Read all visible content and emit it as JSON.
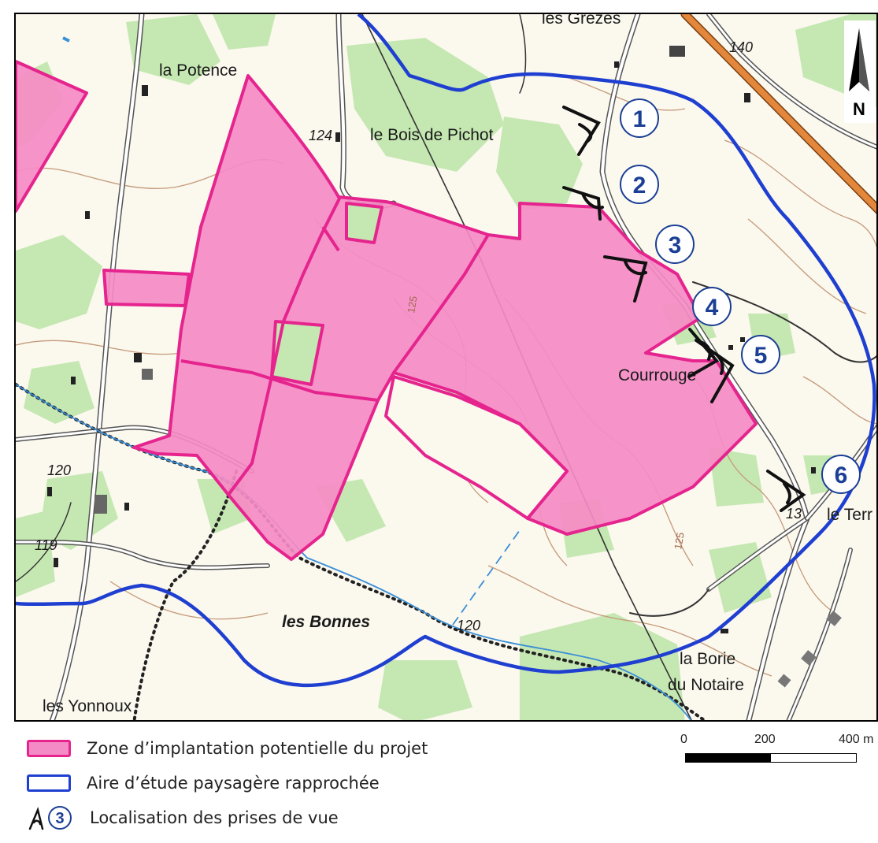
{
  "places": [
    {
      "name": "la Potence"
    },
    {
      "name": "le Bois de Pichot"
    },
    {
      "name": "Courrouge"
    },
    {
      "name": "les Bonnes"
    },
    {
      "name": "la Borie"
    },
    {
      "name": "du Notaire"
    },
    {
      "name": "les Yonnoux"
    },
    {
      "name": "le Terr"
    },
    {
      "name": "les Grèzes"
    }
  ],
  "altitudes": [
    "140",
    "124",
    "120",
    "119",
    "120",
    "13",
    "125",
    "125"
  ],
  "viewpoints": [
    "1",
    "2",
    "3",
    "4",
    "5",
    "6"
  ],
  "north": {
    "label": "N"
  },
  "legend": {
    "zone": {
      "label": "Zone d’implantation potentielle du projet",
      "fill": "#f58bc6",
      "stroke": "#e5248e"
    },
    "study": {
      "label": "Aire d’étude paysagère rapprochée",
      "stroke": "#1f3fd0"
    },
    "views": {
      "number": "3",
      "label": "Localisation des prises de vue"
    }
  },
  "scale": {
    "ticks": [
      "0",
      "200",
      "400 m"
    ]
  },
  "colors": {
    "zone_fill": "#f58bc6",
    "zone_stroke": "#e5248e",
    "study_line": "#1f3fd0",
    "viewpoint_num": "#1b3f95",
    "forest": "#c5e8b2",
    "road_major": "#e2873b",
    "contour": "#c49a7a",
    "stream": "#3b8fd6"
  }
}
